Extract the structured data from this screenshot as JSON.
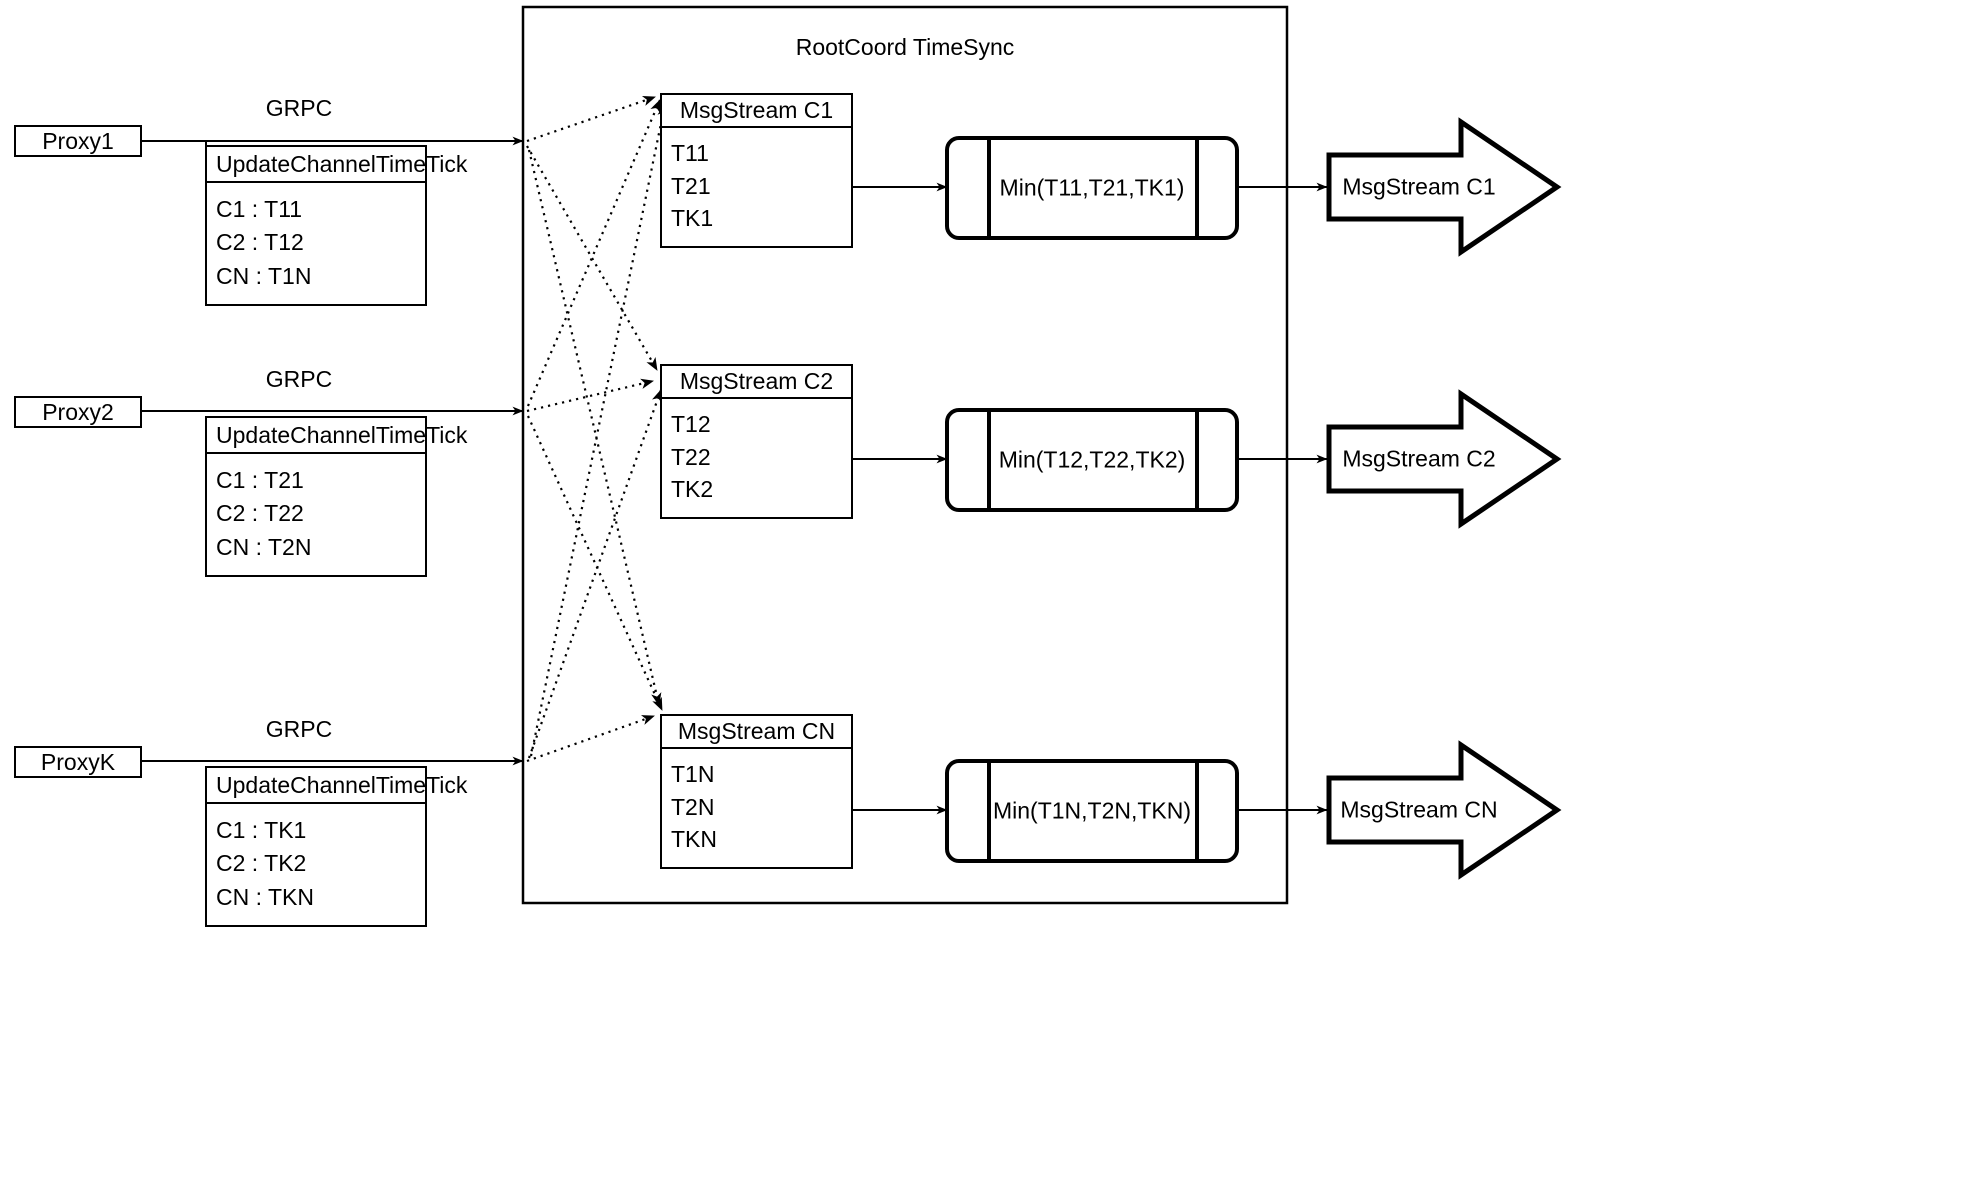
{
  "diagram": {
    "title": "RootCoord TimeSync",
    "grpc_label": "GRPC",
    "rpc_method": "UpdateChannelTimeTick",
    "proxies": [
      {
        "name": "Proxy1",
        "grpc": "GRPC",
        "method": "UpdateChannelTimeTick",
        "entries": [
          "C1 :  T11",
          "C2 :  T12",
          "CN : T1N"
        ]
      },
      {
        "name": "Proxy2",
        "grpc": "GRPC",
        "method": "UpdateChannelTimeTick",
        "entries": [
          "C1 :  T21",
          "C2 :  T22",
          "CN : T2N"
        ]
      },
      {
        "name": "ProxyK",
        "grpc": "GRPC",
        "method": "UpdateChannelTimeTick",
        "entries": [
          "C1 :  TK1",
          "C2 :  TK2",
          "CN : TKN"
        ]
      }
    ],
    "channels": [
      {
        "stream_title": "MsgStream C1",
        "ticks": [
          "T11",
          "T21",
          "TK1"
        ],
        "min_label": "Min(T11,T21,TK1)",
        "output_label": "MsgStream C1"
      },
      {
        "stream_title": "MsgStream C2",
        "ticks": [
          "T12",
          "T22",
          "TK2"
        ],
        "min_label": "Min(T12,T22,TK2)",
        "output_label": "MsgStream C2"
      },
      {
        "stream_title": "MsgStream CN",
        "ticks": [
          "T1N",
          "T2N",
          "TKN"
        ],
        "min_label": "Min(T1N,T2N,TKN)",
        "output_label": "MsgStream CN"
      }
    ],
    "colors": {
      "stroke": "#000000",
      "background": "#ffffff"
    }
  }
}
